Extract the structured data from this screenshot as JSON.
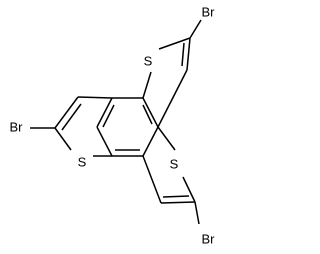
{
  "molecule": {
    "atoms": {
      "sulfur_top": "S",
      "sulfur_left": "S",
      "sulfur_right": "S",
      "bromine_top_right": "Br",
      "bromine_left": "Br",
      "bromine_bottom_right": "Br"
    }
  }
}
